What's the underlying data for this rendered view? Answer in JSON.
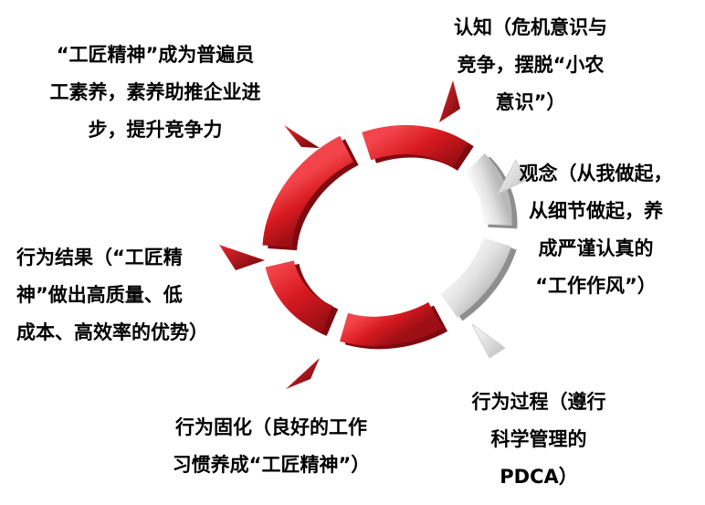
{
  "colors": {
    "accent_red": "#d71920",
    "red_dark": "#7f0a0f",
    "grey_segment": "#dcdcdc",
    "grey_dark": "#9a9a9a",
    "text": "#000000"
  },
  "cycle": {
    "segments": [
      {
        "name": "cognition",
        "color": "red"
      },
      {
        "name": "concept",
        "color": "grey"
      },
      {
        "name": "process",
        "color": "grey"
      },
      {
        "name": "solidify",
        "color": "red"
      },
      {
        "name": "result",
        "color": "red"
      },
      {
        "name": "spirit",
        "color": "red"
      }
    ],
    "arrow_icons": [
      "triangle-arrow-icon"
    ]
  },
  "labels": {
    "renzhi": {
      "lines": [
        "认知（危机意识与",
        "竞争，摆脱“小农",
        "意识”）"
      ]
    },
    "guannian": {
      "lines": [
        "观念（从我做起，",
        "从细节做起，养",
        "成严谨认真的",
        "“工作作风”）"
      ]
    },
    "guocheng": {
      "lines": [
        "行为过程（遵行",
        "科学管理的",
        "PDCA）"
      ]
    },
    "guhua": {
      "lines": [
        "行为固化（良好的工作",
        "习惯养成“工匠精神”）"
      ]
    },
    "jieguo": {
      "lines": [
        "行为结果（“工匠精",
        "神”做出高质量、低",
        "成本、高效率的优势）"
      ]
    },
    "jingshen": {
      "lines": [
        "“工匠精神”成为普遍员",
        "工素养，素养助推企业进",
        "步，提升竞争力"
      ]
    }
  }
}
